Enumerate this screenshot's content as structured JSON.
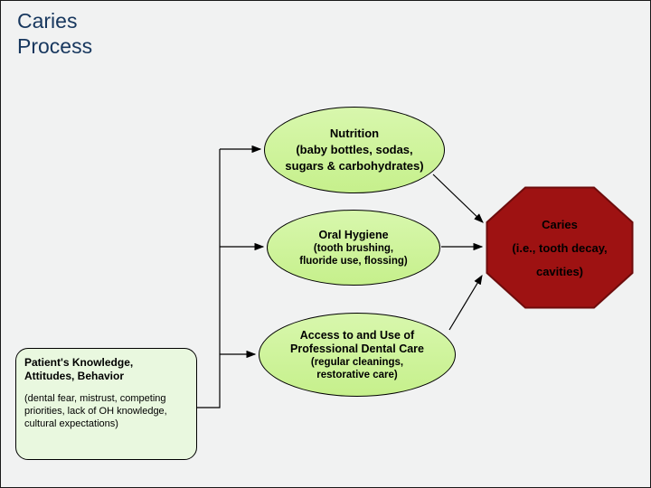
{
  "title": {
    "line1": "Caries",
    "line2": "Process"
  },
  "nodes": {
    "nutrition": {
      "line1": "Nutrition",
      "line2": "(baby bottles, sodas,",
      "line3": "sugars & carbohydrates)"
    },
    "oral_hygiene": {
      "line1": "Oral Hygiene",
      "line2": "(tooth brushing,",
      "line3": "fluoride use, flossing)"
    },
    "dental_care": {
      "line1": "Access to and Use of",
      "line2": "Professional Dental Care",
      "line3": "(regular cleanings,",
      "line4": "restorative care)"
    },
    "patient": {
      "line1": "Patient's Knowledge,",
      "line2": "Attitudes, Behavior",
      "detail": "(dental fear, mistrust, competing priorities, lack of OH knowledge, cultural expectations)"
    },
    "caries": {
      "line1": "Caries",
      "line2": "(i.e., tooth decay,",
      "line3": "cavities)"
    }
  },
  "colors": {
    "title_text": "#17375E",
    "ellipse_fill": "#CCF59B",
    "patient_box_fill": "#E9F8DF",
    "octagon_fill": "#9E1212",
    "octagon_border": "#6E0C0C",
    "connector": "#000000"
  }
}
